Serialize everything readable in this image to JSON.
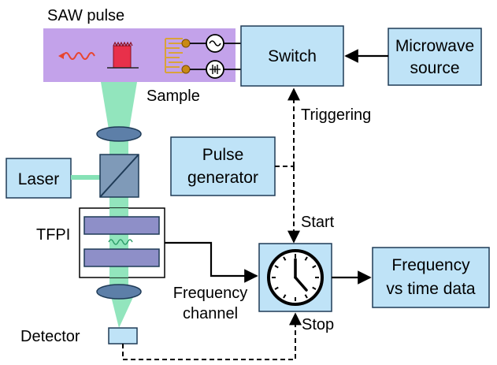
{
  "labels": {
    "saw_pulse": "SAW pulse",
    "sample": "Sample",
    "switch": "Switch",
    "microwave_line1": "Microwave",
    "microwave_line2": "source",
    "triggering": "Triggering",
    "pulse_gen_line1": "Pulse",
    "pulse_gen_line2": "generator",
    "laser": "Laser",
    "tfpi": "TFPI",
    "start": "Start",
    "stop": "Stop",
    "frequency_channel_line1": "Frequency",
    "frequency_channel_line2": "channel",
    "detector": "Detector",
    "fvt_line1": "Frequency",
    "fvt_line2": "vs time data"
  },
  "colors": {
    "box_fill": "#bfe3f7",
    "box_stroke": "#1f3b57",
    "saw_panel": "#c3a2ea",
    "beam": "#86e2b6",
    "lens": "#5d7fa8",
    "etalon_plate": "#8e8fc8",
    "wave_red": "#e8452f",
    "saw_block": "#e8304a",
    "idt_gold": "#d9a33a"
  },
  "icons": [
    "ac-source-icon",
    "dc-source-icon",
    "clock-icon",
    "beam-splitter-icon",
    "sinusoid-wave-icon",
    "saw-pulse-icon",
    "idt-electrode-icon"
  ]
}
